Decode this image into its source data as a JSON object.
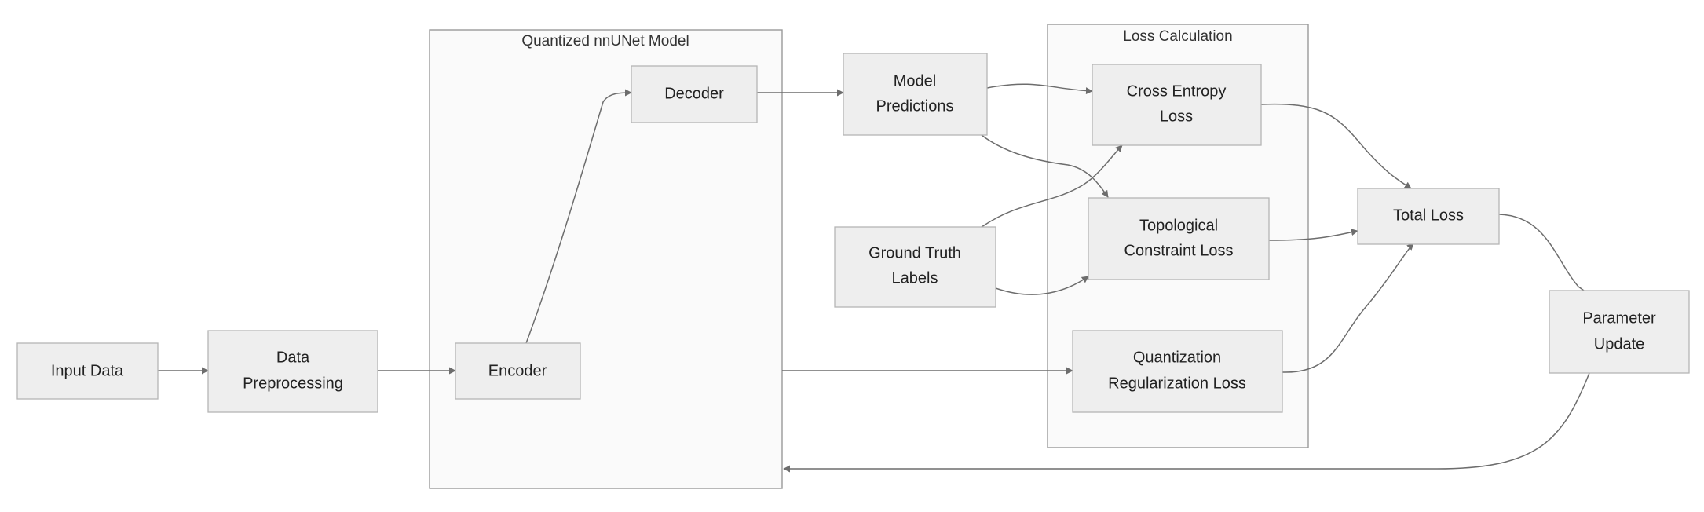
{
  "clusters": {
    "model": {
      "title": "Quantized nnUNet Model"
    },
    "loss": {
      "title": "Loss Calculation"
    }
  },
  "nodes": {
    "input_data": {
      "lines": [
        "Input Data"
      ]
    },
    "data_preprocessing": {
      "lines": [
        "Data",
        "Preprocessing"
      ]
    },
    "encoder": {
      "lines": [
        "Encoder"
      ]
    },
    "decoder": {
      "lines": [
        "Decoder"
      ]
    },
    "model_predictions": {
      "lines": [
        "Model",
        "Predictions"
      ]
    },
    "ground_truth_labels": {
      "lines": [
        "Ground Truth",
        "Labels"
      ]
    },
    "cross_entropy_loss": {
      "lines": [
        "Cross Entropy",
        "Loss"
      ]
    },
    "topological_constraint_loss": {
      "lines": [
        "Topological",
        "Constraint Loss"
      ]
    },
    "quantization_regularization_loss": {
      "lines": [
        "Quantization",
        "Regularization Loss"
      ]
    },
    "total_loss": {
      "lines": [
        "Total Loss"
      ]
    },
    "parameter_update": {
      "lines": [
        "Parameter",
        "Update"
      ]
    }
  },
  "edges": [
    {
      "from": "input_data",
      "to": "data_preprocessing"
    },
    {
      "from": "data_preprocessing",
      "to": "encoder"
    },
    {
      "from": "encoder",
      "to": "decoder"
    },
    {
      "from": "decoder",
      "to": "model_predictions"
    },
    {
      "from": "model_predictions",
      "to": "cross_entropy_loss"
    },
    {
      "from": "model_predictions",
      "to": "topological_constraint_loss"
    },
    {
      "from": "ground_truth_labels",
      "to": "cross_entropy_loss"
    },
    {
      "from": "ground_truth_labels",
      "to": "topological_constraint_loss"
    },
    {
      "from": "model",
      "to": "quantization_regularization_loss"
    },
    {
      "from": "cross_entropy_loss",
      "to": "total_loss"
    },
    {
      "from": "topological_constraint_loss",
      "to": "total_loss"
    },
    {
      "from": "quantization_regularization_loss",
      "to": "total_loss"
    },
    {
      "from": "total_loss",
      "to": "parameter_update"
    },
    {
      "from": "parameter_update",
      "to": "model"
    }
  ]
}
